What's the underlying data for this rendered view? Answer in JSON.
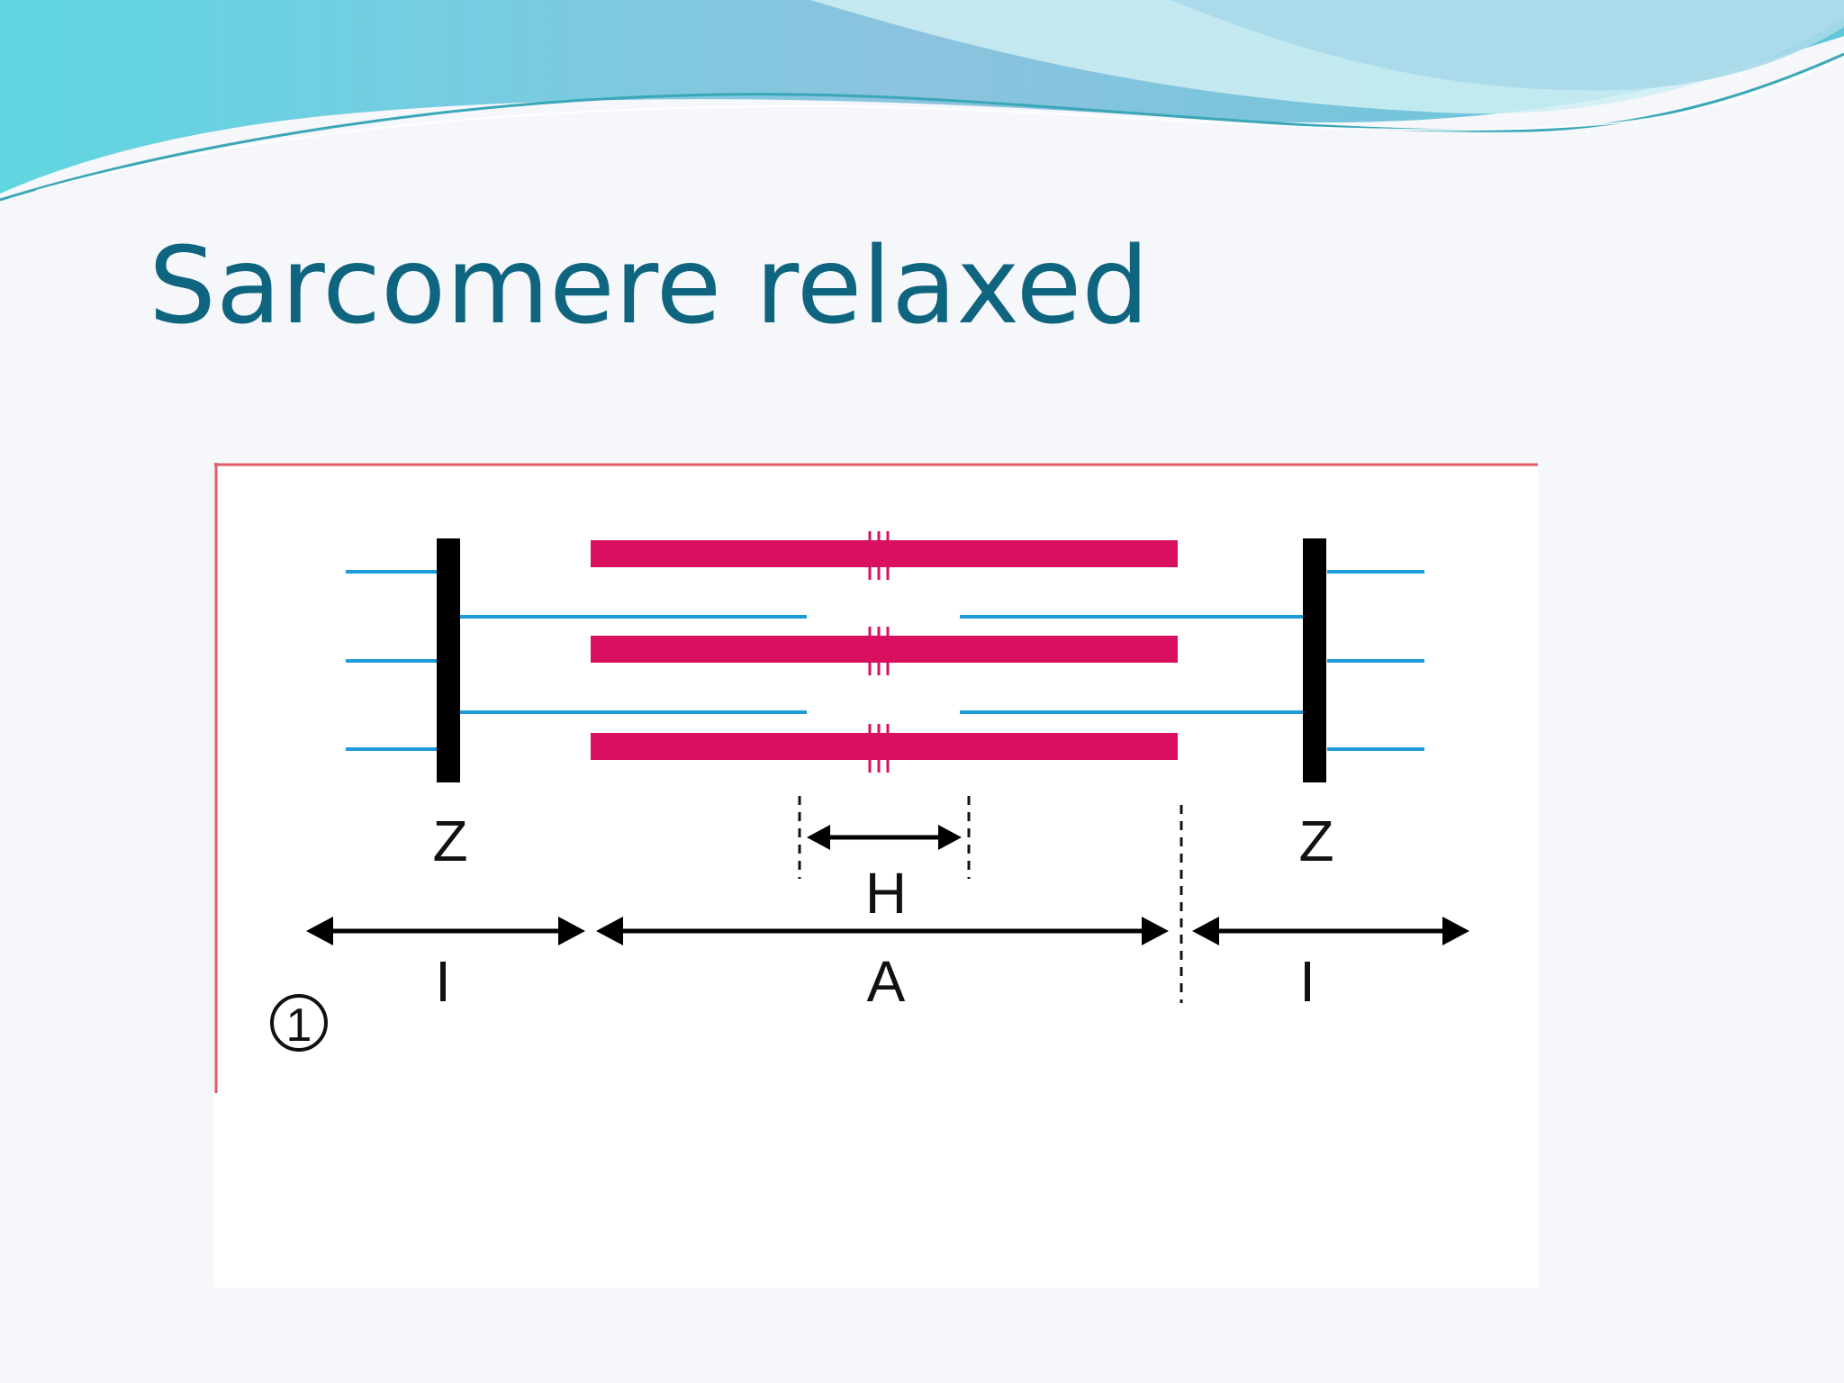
{
  "slide": {
    "title": "Sarcomere relaxed"
  },
  "figure": {
    "number": "1",
    "labels": {
      "z_left": "Z",
      "z_right": "Z",
      "h_zone": "H",
      "a_band": "A",
      "i_band_left": "I",
      "i_band_right": "I"
    }
  },
  "colors": {
    "title": "#0f6580",
    "thick_filament": "#d90f5f",
    "thin_filament": "#1e9bd7",
    "z_disc": "#000000",
    "figure_border": "#e05a6a",
    "wave_teal": "#6fd3dc",
    "wave_blue": "#7fb6d6"
  }
}
